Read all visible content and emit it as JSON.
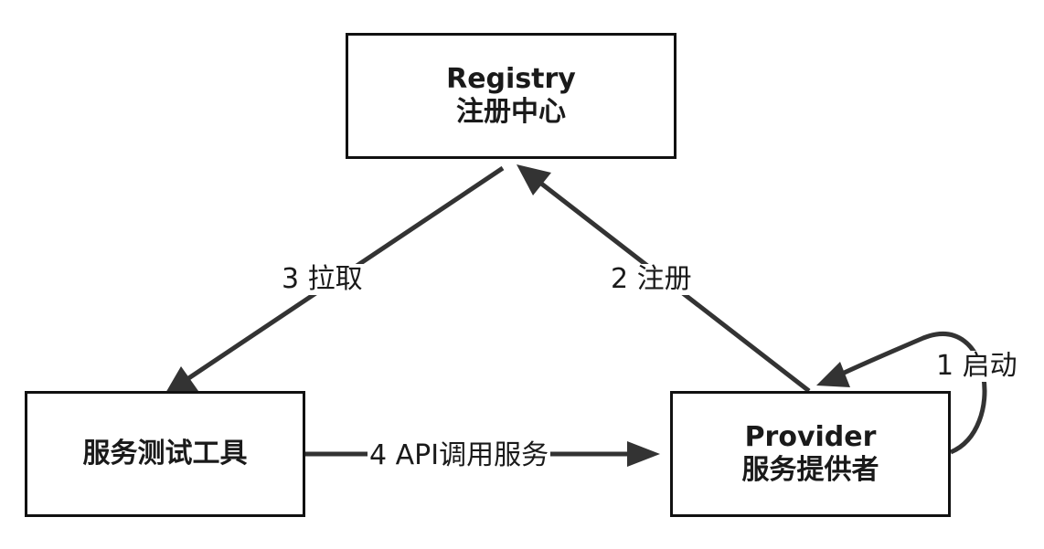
{
  "nodes": {
    "registry": {
      "line1": "Registry",
      "line2": "注册中心"
    },
    "tester": {
      "line1": "服务测试工具"
    },
    "provider": {
      "line1": "Provider",
      "line2": "服务提供者"
    }
  },
  "edges": {
    "start": "1 启动",
    "register": "2 注册",
    "pull": "3 拉取",
    "call": "4 API调用服务"
  },
  "colors": {
    "stroke": "#333333",
    "text": "#1a1a1a",
    "background": "#ffffff"
  }
}
